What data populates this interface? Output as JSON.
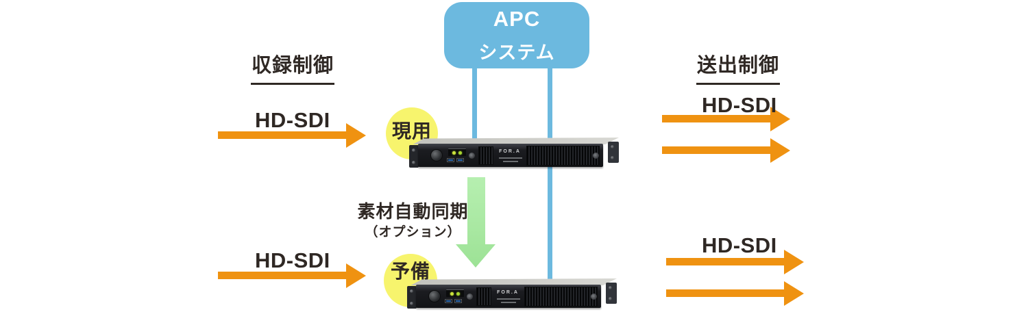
{
  "colors": {
    "orange_arrow": "#EF9211",
    "sky_blue": "#6CB9DF",
    "pale_yellow_circle": "#F7F46D",
    "light_green_arrow": "#A9E8A2",
    "ink_text": "#2F2824",
    "server_body": "#1B1C20"
  },
  "apc": {
    "line1": "APC",
    "line2": "システム"
  },
  "headings": {
    "record_control": "収録制御",
    "playout_control": "送出制御"
  },
  "labels": {
    "hd_sdi": "HD-SDI"
  },
  "sync": {
    "label": "素材自動同期",
    "note": "（オプション）"
  },
  "servers": {
    "active": "現用",
    "standby": "予備",
    "brand": "FOR.A"
  },
  "icons": {
    "right_arrow": "orange-right-arrow",
    "down_arrow": "green-down-arrow",
    "control_line": "blue-control-line"
  }
}
